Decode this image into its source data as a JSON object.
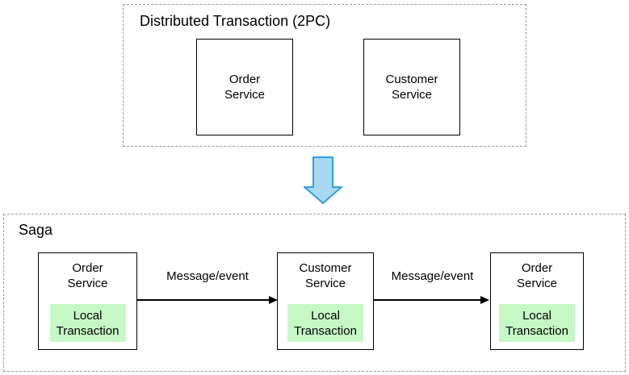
{
  "diagram": {
    "top_section": {
      "title": "Distributed Transaction (2PC)",
      "boxes": [
        {
          "label": "Order\nService"
        },
        {
          "label": "Customer\nService"
        }
      ]
    },
    "transform_arrow": {
      "direction": "down",
      "fill": "#a9d8f3",
      "stroke": "#2f9fe0"
    },
    "bottom_section": {
      "title": "Saga",
      "boxes": [
        {
          "label": "Order\nService",
          "inner_label": "Local\nTransaction"
        },
        {
          "label": "Customer\nService",
          "inner_label": "Local\nTransaction"
        },
        {
          "label": "Order\nService",
          "inner_label": "Local\nTransaction"
        }
      ],
      "arrows": [
        {
          "label": "Message/event"
        },
        {
          "label": "Message/event"
        }
      ]
    },
    "colors": {
      "local_transaction_bg": "#c6f8c6",
      "dashed_border": "#999999",
      "solid_border": "#000000",
      "arrow_fill": "#a9d8f3",
      "arrow_stroke": "#2f9fe0"
    }
  }
}
